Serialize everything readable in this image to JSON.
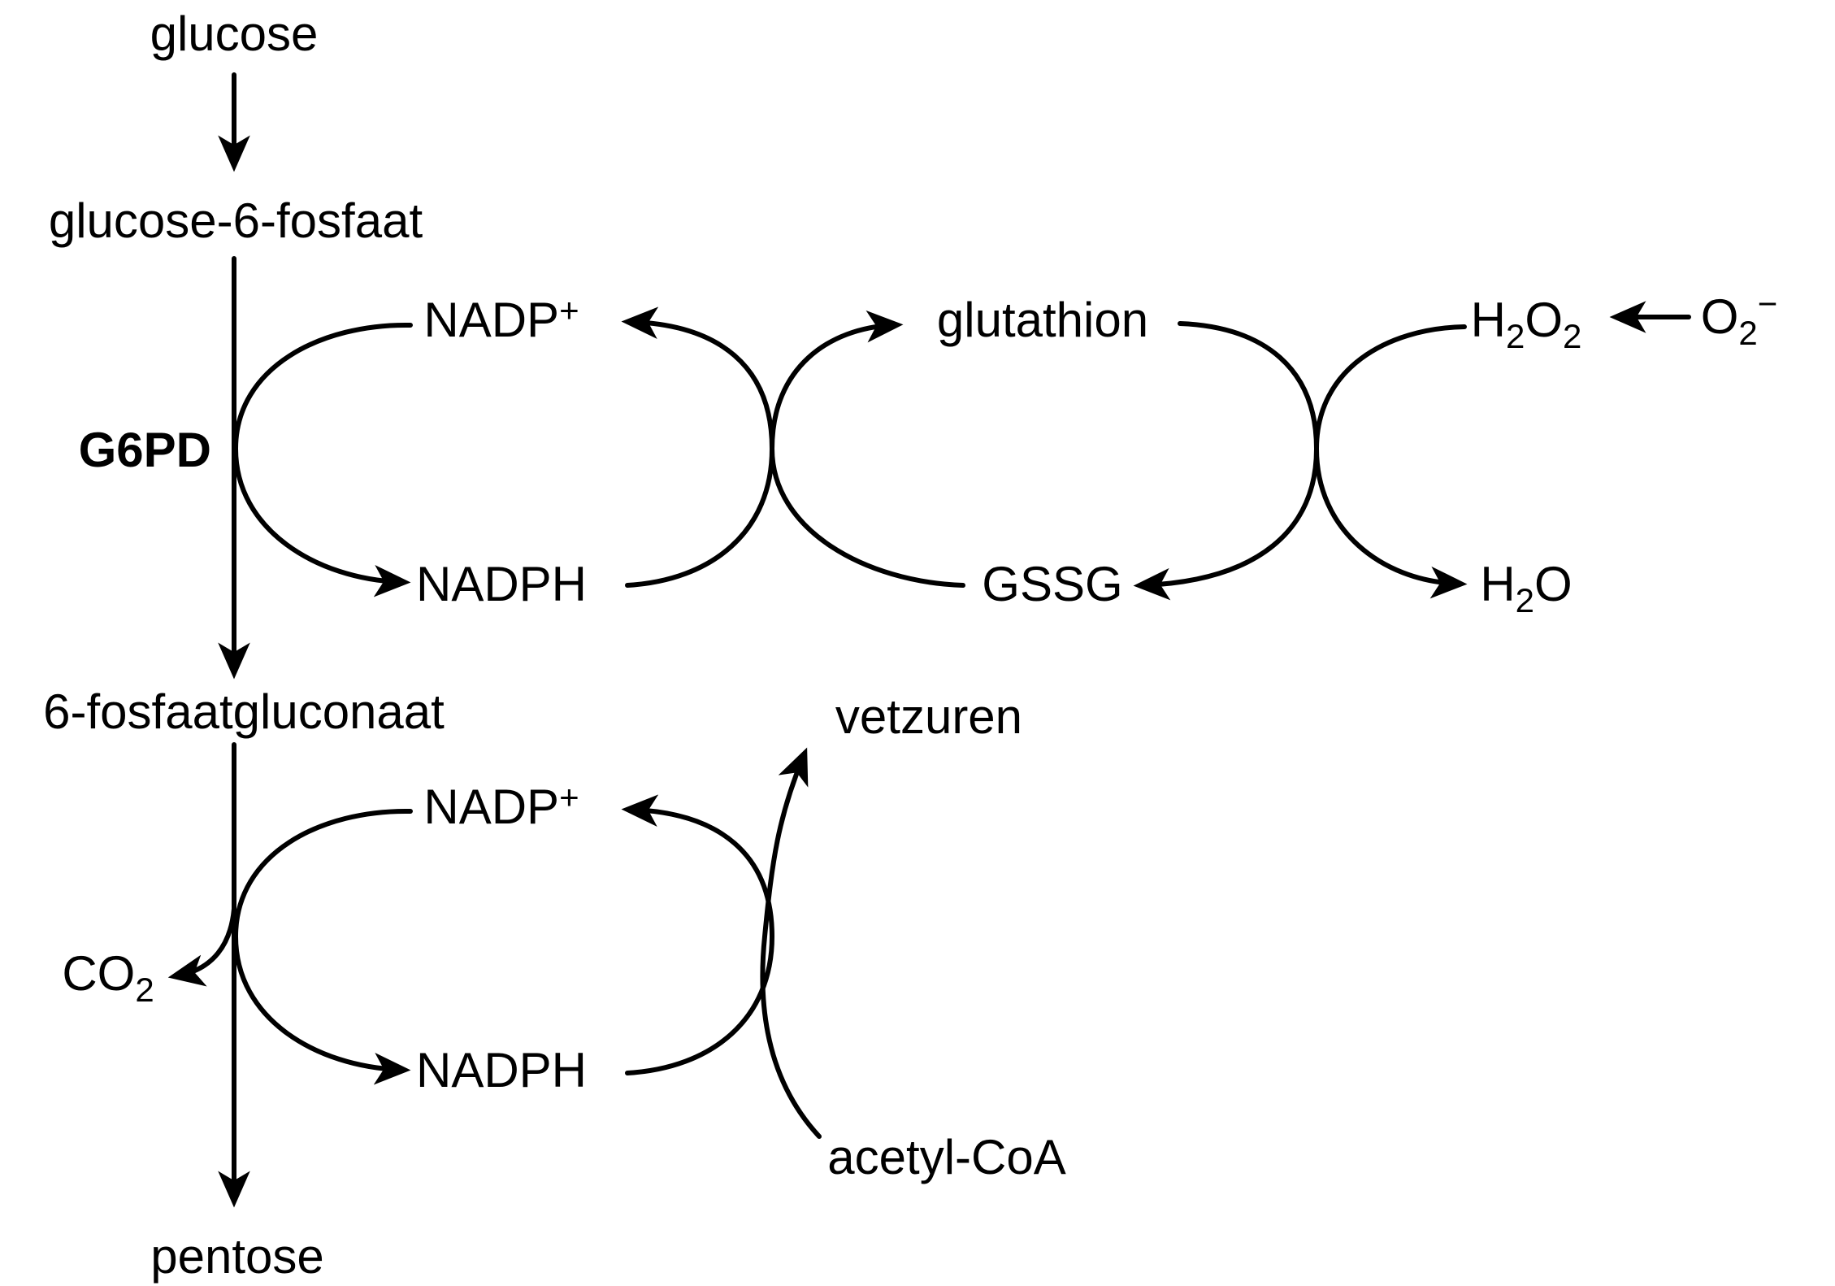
{
  "colors": {
    "ink": "#000000",
    "background": "#ffffff"
  },
  "nodes": {
    "glucose": "glucose",
    "glucose6fosfaat": "glucose-6-fosfaat",
    "g6pd": "G6PD",
    "nadp_top": {
      "base": "NADP",
      "sup": "+"
    },
    "nadph_top": "NADPH",
    "glutathion": "glutathion",
    "gssg": "GSSG",
    "h2o2": {
      "p1": "H",
      "s1": "2",
      "p2": "O",
      "s2": "2"
    },
    "h2o": {
      "p1": "H",
      "s1": "2",
      "p2": "O"
    },
    "o2_superoxide": {
      "p1": "O",
      "s1": "2",
      "sup": "−"
    },
    "fosfaatgluconaat6": "6-fosfaatgluconaat",
    "vetzuren": "vetzuren",
    "nadp_bottom": {
      "base": "NADP",
      "sup": "+"
    },
    "nadph_bottom": "NADPH",
    "co2": {
      "p1": "CO",
      "s1": "2"
    },
    "acetyl_coa": "acetyl-CoA",
    "pentose": "pentose"
  },
  "edges": [
    {
      "from": "glucose",
      "to": "glucose-6-fosfaat",
      "type": "straight-arrow"
    },
    {
      "from": "glucose-6-fosfaat",
      "to": "6-fosfaatgluconaat",
      "type": "straight-arrow",
      "enzyme": "G6PD"
    },
    {
      "from": "6-fosfaatgluconaat",
      "to": "pentose",
      "type": "straight-arrow"
    },
    {
      "from": "6-fosfaatgluconaat step",
      "to": "CO2",
      "type": "branch-arrow"
    },
    {
      "from": "NADP+ (top)",
      "to": "NADPH (top)",
      "type": "cycle-arc",
      "coupled_to": "G6PD reaction"
    },
    {
      "from": "NADPH (top)",
      "to": "NADP+ (top)",
      "type": "cycle-arc"
    },
    {
      "from": "GSSG",
      "to": "glutathion",
      "type": "cycle-arc"
    },
    {
      "from": "glutathion",
      "to": "GSSG",
      "type": "cycle-arc"
    },
    {
      "from": "H2O2",
      "to": "H2O",
      "type": "cycle-arc"
    },
    {
      "from": "O2−",
      "to": "H2O2",
      "type": "straight-arrow"
    },
    {
      "from": "NADP+ (bottom)",
      "to": "NADPH (bottom)",
      "type": "cycle-arc"
    },
    {
      "from": "NADPH (bottom)",
      "to": "NADP+ (bottom)",
      "type": "cycle-arc"
    },
    {
      "from": "acetyl-CoA",
      "to": "vetzuren",
      "type": "curved-arrow"
    }
  ]
}
